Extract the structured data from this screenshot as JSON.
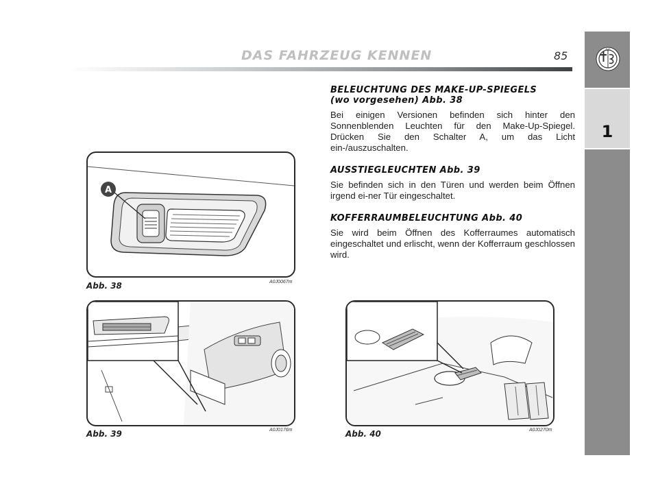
{
  "header": {
    "title": "DAS FAHRZEUG KENNEN",
    "page_number": "85"
  },
  "sidebar": {
    "logo_icon": "alfa-romeo-badge-icon",
    "chapter": "1"
  },
  "sections": [
    {
      "heading_line1": "BELEUCHTUNG DES MAKE-UP-SPIEGELS",
      "heading_line2": "(wo vorgesehen) Abb. 38",
      "body": "Bei einigen Versionen befinden sich hinter den Sonnenblenden Leuchten für den Make-Up-Spiegel. Drücken Sie den Schalter A, um das Licht ein-/auszuschalten."
    },
    {
      "heading_line1": "AUSSTIEGLEUCHTEN Abb. 39",
      "body": "Sie befinden sich in den Türen und werden beim Öffnen irgend ei-ner Tür eingeschaltet."
    },
    {
      "heading_line1": "KOFFERRAUMBELEUCHTUNG Abb. 40",
      "body": "Sie wird beim Öffnen des Kofferraumes automatisch eingeschaltet und erlischt, wenn der Kofferraum geschlossen wird."
    }
  ],
  "figures": [
    {
      "caption": "Abb. 38",
      "code": "A0J0067m",
      "callout": "A"
    },
    {
      "caption": "Abb. 39",
      "code": "A0J0176m"
    },
    {
      "caption": "Abb. 40",
      "code": "A0J0270m"
    }
  ]
}
